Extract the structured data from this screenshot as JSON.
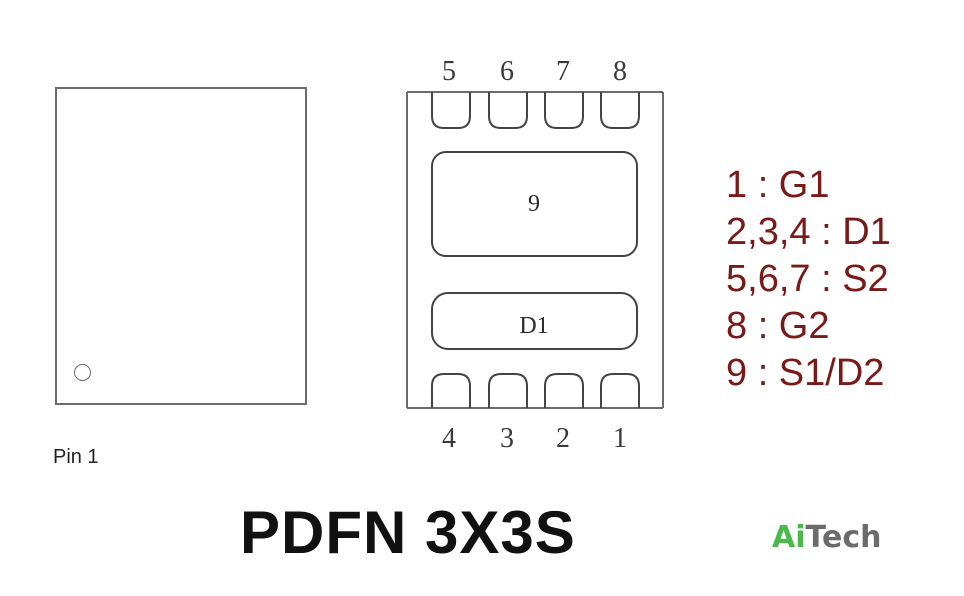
{
  "top_view": {
    "pin1_label": "Pin 1"
  },
  "bottom_view": {
    "top_pins": [
      "5",
      "6",
      "7",
      "8"
    ],
    "bottom_pins": [
      "4",
      "3",
      "2",
      "1"
    ],
    "pad_large_label": "9",
    "pad_small_label": "D1"
  },
  "legend": [
    "1 : G1",
    "2,3,4 : D1",
    "5,6,7 : S2",
    "8 : G2",
    "9 : S1/D2"
  ],
  "title": "PDFN 3X3S",
  "brand": {
    "part1": "Ai",
    "part2": "Tech"
  },
  "colors": {
    "legend": "#7a1a18",
    "outline": "#6b6b6b",
    "brand_green": "#4cb84c",
    "brand_gray": "#6b6b6b"
  }
}
